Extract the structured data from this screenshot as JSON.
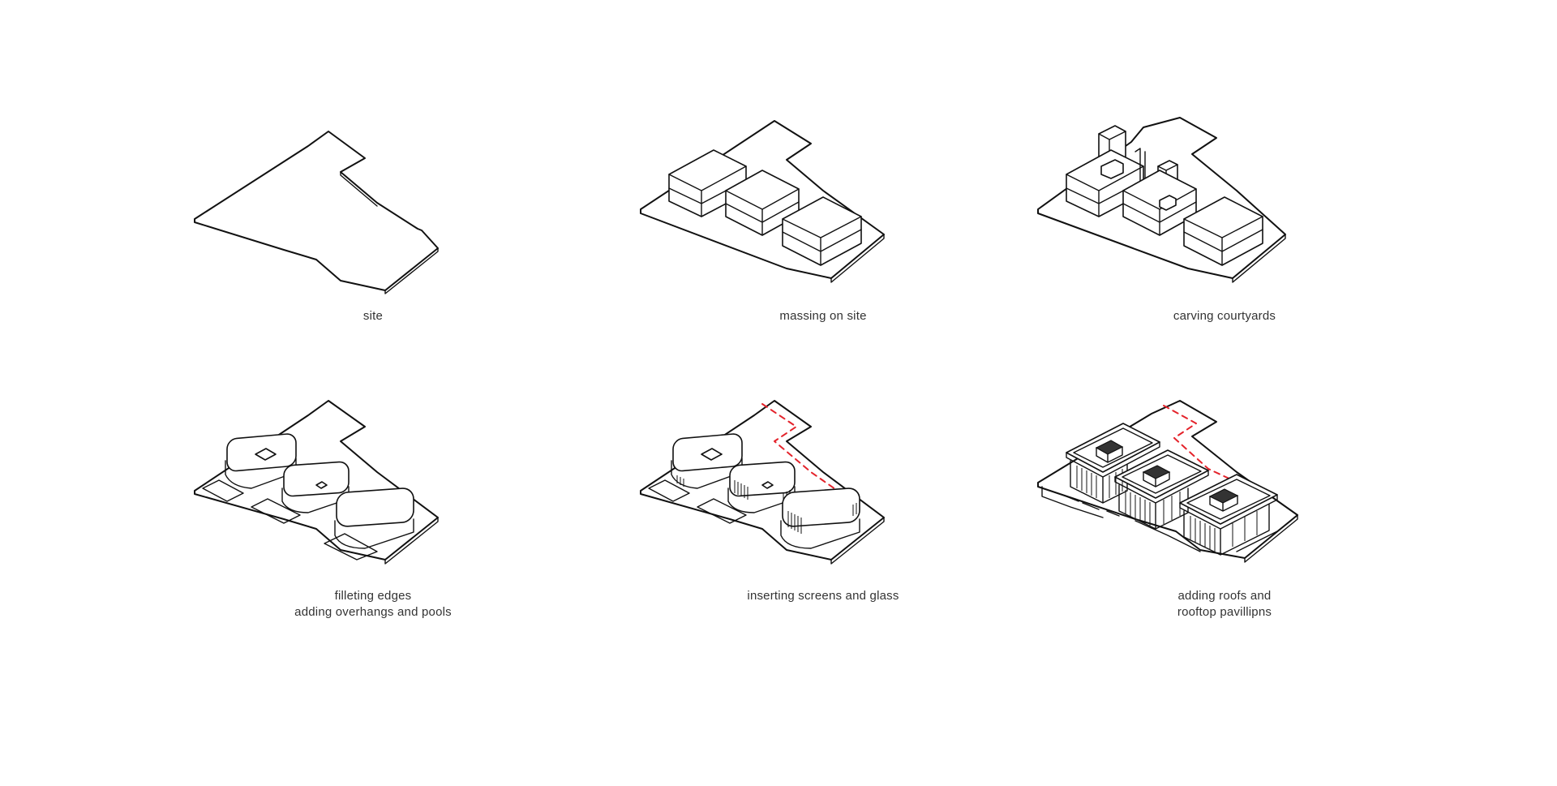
{
  "diagram": {
    "panels": [
      {
        "id": "site",
        "caption": [
          "site"
        ]
      },
      {
        "id": "massing",
        "caption": [
          "massing on site"
        ]
      },
      {
        "id": "carving",
        "caption": [
          "carving courtyards"
        ]
      },
      {
        "id": "filleting",
        "caption": [
          "filleting edges",
          "adding overhangs and pools"
        ]
      },
      {
        "id": "screens",
        "caption": [
          "inserting screens and glass"
        ]
      },
      {
        "id": "roofs",
        "caption": [
          "adding roofs and",
          "rooftop pavillipns"
        ]
      }
    ],
    "colors": {
      "line": "#111111",
      "circulation_path": "#e4232b",
      "caption_text": "#333333",
      "background": "#ffffff"
    }
  }
}
